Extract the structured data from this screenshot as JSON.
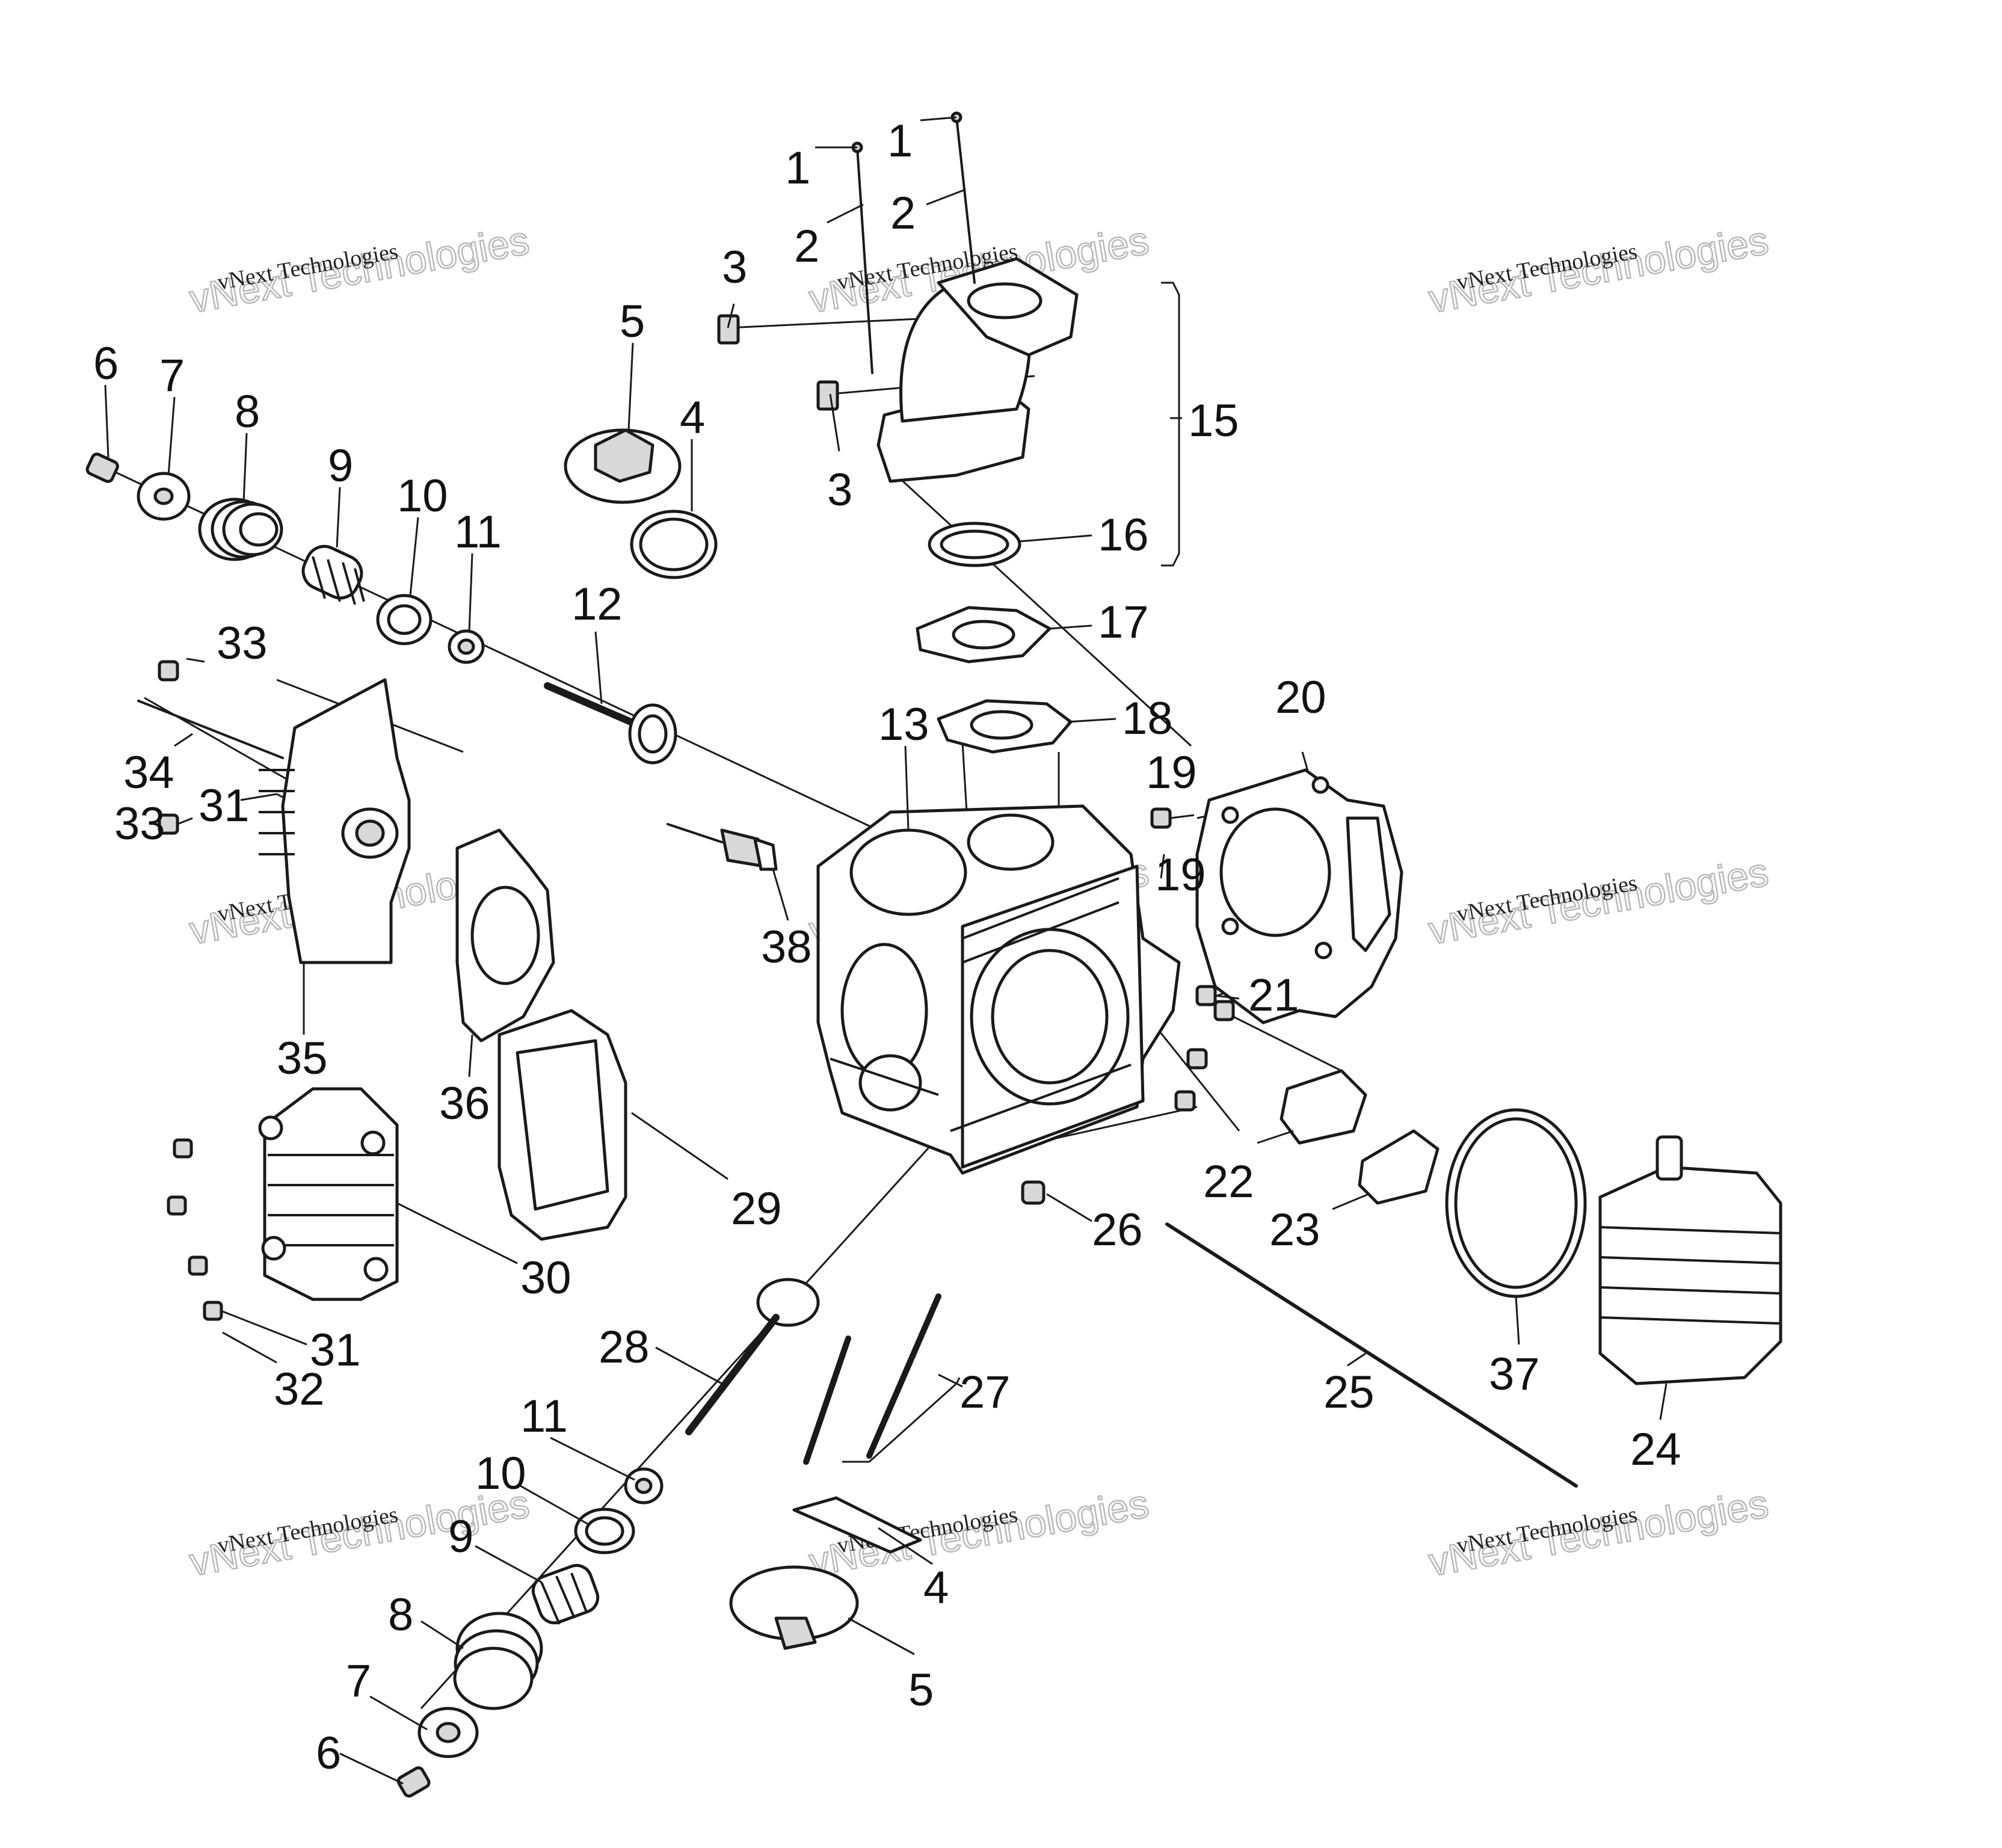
{
  "diagram": {
    "labels": [
      {
        "id": "l1a",
        "text": "1"
      },
      {
        "id": "l1b",
        "text": "1"
      },
      {
        "id": "l2a",
        "text": "2"
      },
      {
        "id": "l2b",
        "text": "2"
      },
      {
        "id": "l3a",
        "text": "3"
      },
      {
        "id": "l3b",
        "text": "3"
      },
      {
        "id": "l4a",
        "text": "4"
      },
      {
        "id": "l4b",
        "text": "4"
      },
      {
        "id": "l5a",
        "text": "5"
      },
      {
        "id": "l5b",
        "text": "5"
      },
      {
        "id": "l6a",
        "text": "6"
      },
      {
        "id": "l6b",
        "text": "6"
      },
      {
        "id": "l7a",
        "text": "7"
      },
      {
        "id": "l7b",
        "text": "7"
      },
      {
        "id": "l8a",
        "text": "8"
      },
      {
        "id": "l8b",
        "text": "8"
      },
      {
        "id": "l9a",
        "text": "9"
      },
      {
        "id": "l9b",
        "text": "9"
      },
      {
        "id": "l10a",
        "text": "10"
      },
      {
        "id": "l10b",
        "text": "10"
      },
      {
        "id": "l11a",
        "text": "11"
      },
      {
        "id": "l11b",
        "text": "11"
      },
      {
        "id": "l12",
        "text": "12"
      },
      {
        "id": "l13",
        "text": "13"
      },
      {
        "id": "l15",
        "text": "15"
      },
      {
        "id": "l16",
        "text": "16"
      },
      {
        "id": "l17",
        "text": "17"
      },
      {
        "id": "l18",
        "text": "18"
      },
      {
        "id": "l19a",
        "text": "19"
      },
      {
        "id": "l19b",
        "text": "19"
      },
      {
        "id": "l20",
        "text": "20"
      },
      {
        "id": "l21",
        "text": "21"
      },
      {
        "id": "l22",
        "text": "22"
      },
      {
        "id": "l23",
        "text": "23"
      },
      {
        "id": "l24",
        "text": "24"
      },
      {
        "id": "l25",
        "text": "25"
      },
      {
        "id": "l26",
        "text": "26"
      },
      {
        "id": "l27",
        "text": "27"
      },
      {
        "id": "l28",
        "text": "28"
      },
      {
        "id": "l29",
        "text": "29"
      },
      {
        "id": "l30",
        "text": "30"
      },
      {
        "id": "l31a",
        "text": "31"
      },
      {
        "id": "l31b",
        "text": "31"
      },
      {
        "id": "l32",
        "text": "32"
      },
      {
        "id": "l33a",
        "text": "33"
      },
      {
        "id": "l33b",
        "text": "33"
      },
      {
        "id": "l34",
        "text": "34"
      },
      {
        "id": "l35",
        "text": "35"
      },
      {
        "id": "l36",
        "text": "36"
      },
      {
        "id": "l37",
        "text": "37"
      },
      {
        "id": "l38",
        "text": "38"
      }
    ],
    "watermark": {
      "line1": "vNext Technologies",
      "line2": "vNext Technologies"
    }
  }
}
